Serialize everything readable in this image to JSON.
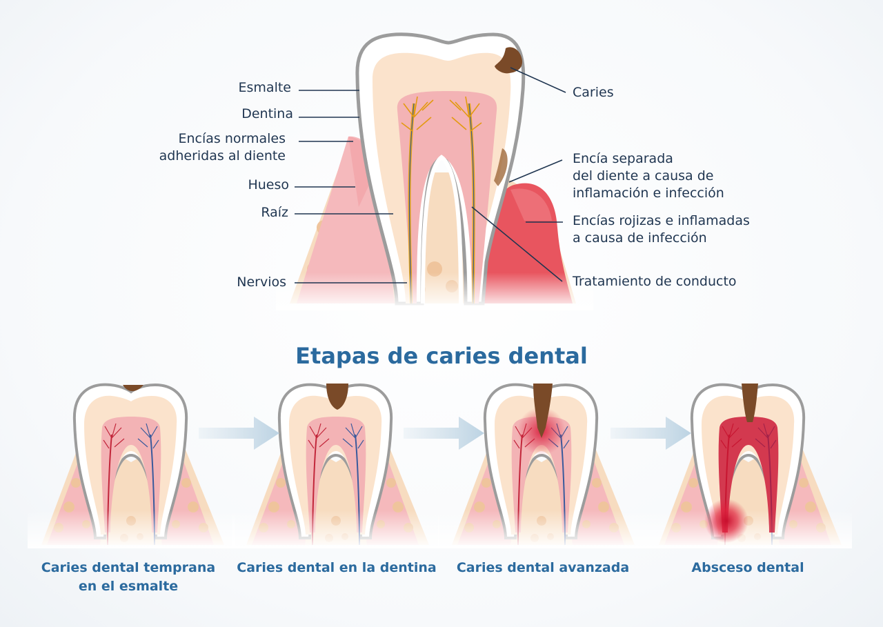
{
  "anatomy": {
    "labels": {
      "enamel": "Esmalte",
      "dentin": "Dentina",
      "normal_gums": "Encías normales\nadheridas al diente",
      "bone": "Hueso",
      "root": "Raíz",
      "nerves": "Nervios",
      "caries": "Caries",
      "separated_gum": "Encía separada\ndel diente a causa de\ninflamación e infección",
      "inflamed_gums": "Encías rojizas e inflamadas\na causa de infección",
      "root_canal": "Tratamiento de conducto"
    }
  },
  "stages": {
    "title": "Etapas de caries dental",
    "items": [
      {
        "caption": "Caries dental temprana\nen el esmalte"
      },
      {
        "caption": "Caries dental en la dentina"
      },
      {
        "caption": "Caries dental avanzada"
      },
      {
        "caption": "Absceso dental"
      }
    ]
  },
  "colors": {
    "label_text": "#1f3550",
    "title_text": "#2b6a9e",
    "enamel_outline": "#9c9c9c",
    "dentin": "#fbe3cc",
    "pulp": "#f3b3b5",
    "gum": "#f5b9bc",
    "inflamed_gum": "#e8555f",
    "bone": "#f7dcc0",
    "decay": "#7a4a28",
    "abscess": "#c8102e",
    "arrow": "#c6d9e6"
  }
}
